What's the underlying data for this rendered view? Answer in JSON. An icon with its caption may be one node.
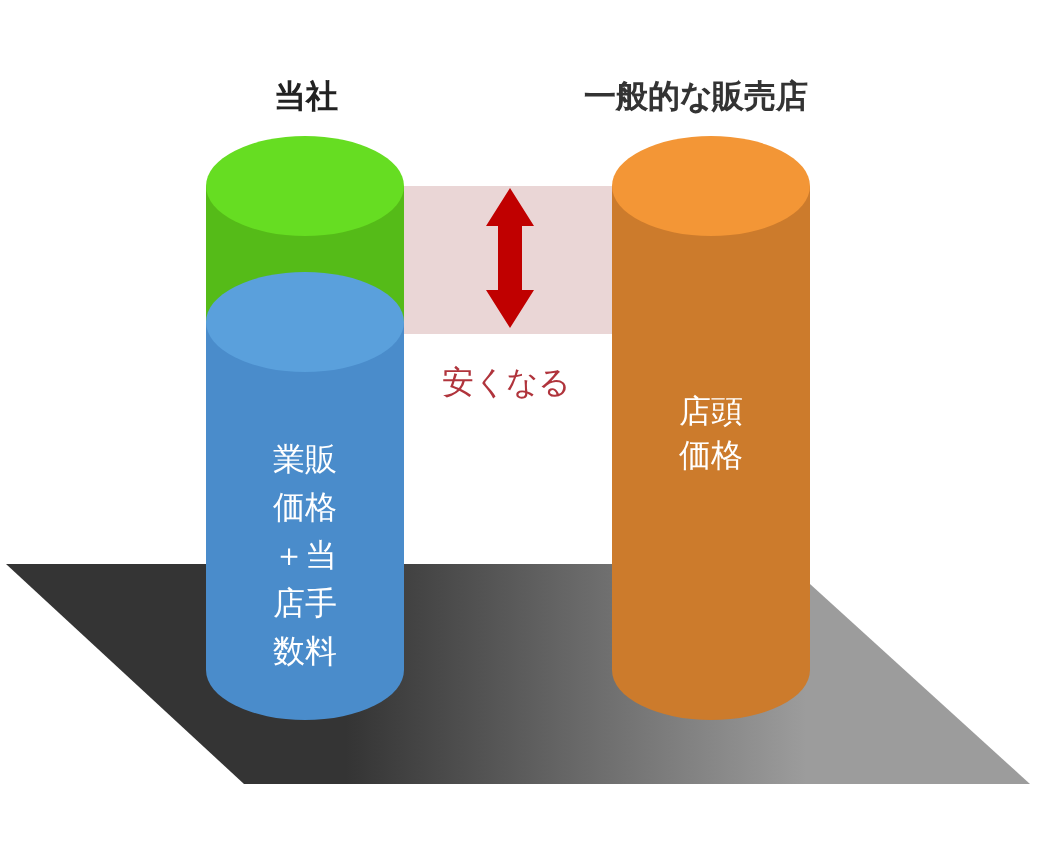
{
  "diagram": {
    "nodes": [
      {
        "text": [],
        "shape": "cylinder"
      },
      {
        "text": [
          "業販価格＋当店手数料"
        ]
      },
      {
        "text": [
          "店頭価格"
        ]
      }
    ],
    "labels": [
      "当社",
      "一般的な販売店",
      "安くなる"
    ]
  }
}
